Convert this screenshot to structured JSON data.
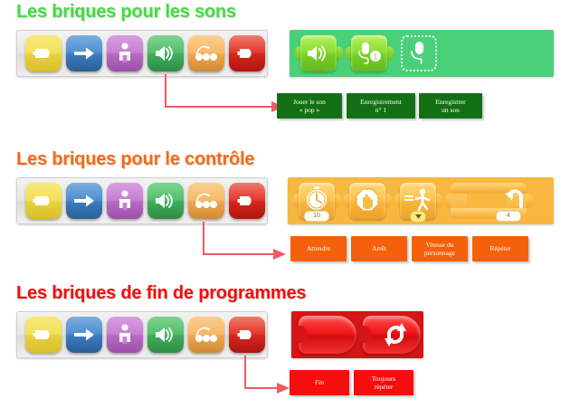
{
  "sections": [
    {
      "id": "sounds",
      "title": "Les briques pour les sons",
      "title_color": "#3ee03e",
      "panel_color": "#4bd07a",
      "palette": [
        {
          "name": "start-brick",
          "color": "#f3e05d",
          "icon": "start-plug-icon"
        },
        {
          "name": "move-brick",
          "color": "#4f8fd0",
          "icon": "arrow-right-icon"
        },
        {
          "name": "character-brick",
          "color": "#c77fd2",
          "icon": "person-icon"
        },
        {
          "name": "sound-brick",
          "color": "#53bf6d",
          "icon": "speaker-icon"
        },
        {
          "name": "animation-brick",
          "color": "#f7b866",
          "icon": "bouncing-balls-icon"
        },
        {
          "name": "end-brick",
          "color": "#e4372c",
          "icon": "end-plug-icon"
        }
      ],
      "selected_palette_index": 3,
      "blocks": [
        {
          "name": "play-sound-block",
          "icon": "speaker-icon",
          "sublabel": "pop",
          "style": "solid"
        },
        {
          "name": "recording-block",
          "icon": "microphone-numbered-icon",
          "badge": "1",
          "style": "solid"
        },
        {
          "name": "record-sound-block",
          "icon": "microphone-icon",
          "style": "dashed"
        }
      ],
      "captions": [
        {
          "name": "caption-play-sound",
          "lines": [
            "Jouer le son",
            "« pop »"
          ]
        },
        {
          "name": "caption-recording",
          "lines": [
            "Enregistrement",
            "n° 1"
          ]
        },
        {
          "name": "caption-record-sound",
          "lines": [
            "Enregistrer",
            "un son"
          ]
        }
      ]
    },
    {
      "id": "control",
      "title": "Les briques pour le contrôle",
      "title_color": "#f96a13",
      "panel_color": "#f8b740",
      "palette": [
        {
          "name": "start-brick",
          "color": "#f3e05d",
          "icon": "start-plug-icon"
        },
        {
          "name": "move-brick",
          "color": "#4f8fd0",
          "icon": "arrow-right-icon"
        },
        {
          "name": "character-brick",
          "color": "#c77fd2",
          "icon": "person-icon"
        },
        {
          "name": "sound-brick",
          "color": "#53bf6d",
          "icon": "speaker-icon"
        },
        {
          "name": "control-brick",
          "color": "#f7b866",
          "icon": "bouncing-balls-icon"
        },
        {
          "name": "end-brick",
          "color": "#e4372c",
          "icon": "end-plug-icon"
        }
      ],
      "selected_palette_index": 4,
      "blocks": [
        {
          "name": "wait-block",
          "icon": "stopwatch-icon",
          "value": "10",
          "style": "solid"
        },
        {
          "name": "stop-block",
          "icon": "stop-hand-icon",
          "style": "solid"
        },
        {
          "name": "character-speed-block",
          "icon": "walking-person-icon",
          "style": "dropdown"
        },
        {
          "name": "repeat-block",
          "icon": "repeat-arrow-icon",
          "value": "4",
          "style": "c-shape"
        }
      ],
      "captions": [
        {
          "name": "caption-wait",
          "lines": [
            "Attendre"
          ]
        },
        {
          "name": "caption-stop",
          "lines": [
            "Arrêt"
          ]
        },
        {
          "name": "caption-speed",
          "lines": [
            "Vitesse du",
            "personnage"
          ]
        },
        {
          "name": "caption-repeat",
          "lines": [
            "Répéter"
          ]
        }
      ]
    },
    {
      "id": "end",
      "title": "Les briques de fin de programmes",
      "title_color": "#f40d0d",
      "panel_color": "#d61515",
      "palette": [
        {
          "name": "start-brick",
          "color": "#f3e05d",
          "icon": "start-plug-icon"
        },
        {
          "name": "move-brick",
          "color": "#4f8fd0",
          "icon": "arrow-right-icon"
        },
        {
          "name": "character-brick",
          "color": "#c77fd2",
          "icon": "person-icon"
        },
        {
          "name": "sound-brick",
          "color": "#53bf6d",
          "icon": "speaker-icon"
        },
        {
          "name": "animation-brick",
          "color": "#f7b866",
          "icon": "bouncing-balls-icon"
        },
        {
          "name": "end-brick",
          "color": "#e4372c",
          "icon": "end-plug-icon"
        }
      ],
      "selected_palette_index": 5,
      "blocks": [
        {
          "name": "end-block",
          "icon": "end-plug-icon",
          "style": "solid"
        },
        {
          "name": "loop-forever-block",
          "icon": "loop-arrows-icon",
          "style": "solid"
        }
      ],
      "captions": [
        {
          "name": "caption-end",
          "lines": [
            "Fin"
          ]
        },
        {
          "name": "caption-loop-forever",
          "lines": [
            "Toujours",
            "répéter"
          ]
        }
      ]
    }
  ],
  "arrow_color": "#ef5a62"
}
